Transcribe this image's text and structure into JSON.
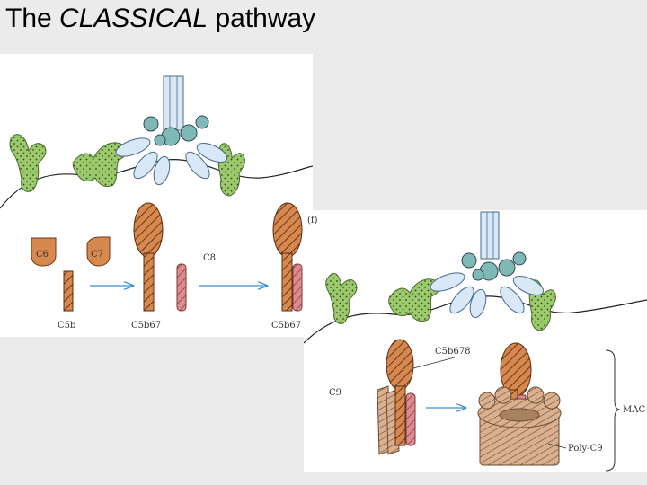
{
  "title": {
    "prefix": "The ",
    "emphasis": "CLASSICAL",
    "suffix": " pathway"
  },
  "panel_1": {
    "labels": {
      "c6": "C6",
      "c7": "C7",
      "c8": "C8",
      "c5b": "C5b",
      "c5b67": "C5b67",
      "c5b67_bound": "C5b67"
    }
  },
  "panel_2": {
    "labels": {
      "step": "(f)",
      "c5b678": "C5b678",
      "c9": "C9",
      "poly_c9": "Poly-C9",
      "mac": "MAC"
    }
  },
  "colors": {
    "antigen_green": "#9bc96b",
    "antibody_blue": "#d9e8f6",
    "c1_teal": "#7fb9b6",
    "c5b_orange": "#d6884e",
    "c8_pink": "#dc8b8f",
    "c9_tan": "#d9b190",
    "arrow_blue": "#3c8fd0"
  }
}
